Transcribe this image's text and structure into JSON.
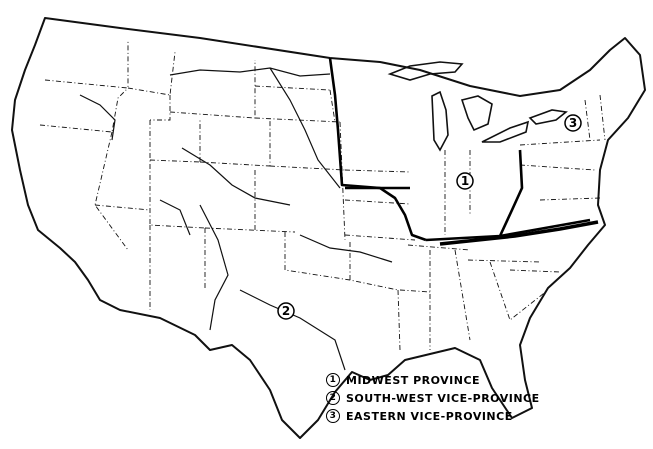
{
  "map": {
    "regions": [
      {
        "id": "1",
        "marker": "1",
        "name": "MIDWEST PROVINCE"
      },
      {
        "id": "2",
        "marker": "2",
        "name": "SOUTH-WEST VICE-PROVINCE"
      },
      {
        "id": "3",
        "marker": "3",
        "name": "EASTERN VICE-PROVINCE"
      }
    ],
    "colors": {
      "ink": "#000000",
      "background": "#ffffff"
    }
  },
  "legend": {
    "items": [
      {
        "num": "1",
        "label": "MIDWEST PROVINCE"
      },
      {
        "num": "2",
        "label": "SOUTH-WEST VICE-PROVINCE"
      },
      {
        "num": "3",
        "label": "EASTERN VICE-PROVINCE"
      }
    ]
  }
}
